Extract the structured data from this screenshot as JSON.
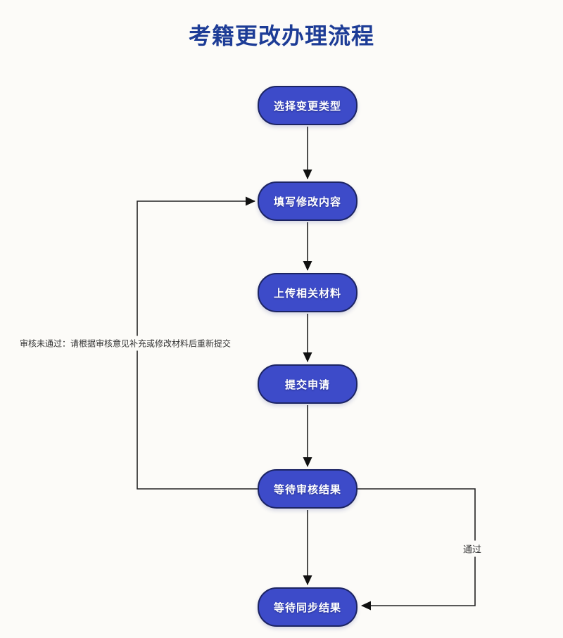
{
  "title": "考籍更改办理流程",
  "flowchart": {
    "nodes": [
      {
        "id": "select-change-type",
        "label": "选择变更类型"
      },
      {
        "id": "fill-modification",
        "label": "填写修改内容"
      },
      {
        "id": "upload-materials",
        "label": "上传相关材料"
      },
      {
        "id": "submit-application",
        "label": "提交申请"
      },
      {
        "id": "wait-review-result",
        "label": "等待审核结果"
      },
      {
        "id": "wait-sync-result",
        "label": "等待同步结果"
      }
    ],
    "edges": [
      {
        "from": "select-change-type",
        "to": "fill-modification"
      },
      {
        "from": "fill-modification",
        "to": "upload-materials"
      },
      {
        "from": "upload-materials",
        "to": "submit-application"
      },
      {
        "from": "submit-application",
        "to": "wait-review-result"
      },
      {
        "from": "wait-review-result",
        "to": "wait-sync-result"
      },
      {
        "from": "wait-review-result",
        "to": "fill-modification",
        "label": "审核未通过：请根据审核意见补充或修改材料后重新提交"
      },
      {
        "from": "wait-review-result",
        "to": "wait-sync-result",
        "label": "通过"
      }
    ],
    "edge_labels": {
      "reject": "审核未通过：请根据审核意见补充或修改材料后重新提交",
      "pass": "通过"
    },
    "colors": {
      "node_fill": "#3d4bc9",
      "node_border": "#1c2463",
      "node_text": "#ffffff",
      "title_color": "#1d3c96",
      "line_color": "#222222",
      "label_color": "#333333",
      "background": "#fcfbf8"
    }
  }
}
